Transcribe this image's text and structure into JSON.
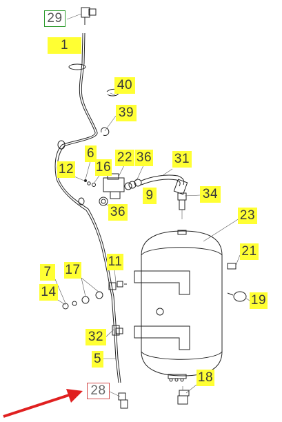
{
  "diagram": {
    "labels": {
      "l29": "29",
      "l1": "1",
      "l40": "40",
      "l39": "39",
      "l6": "6",
      "l22": "22",
      "l36a": "36",
      "l31": "31",
      "l12": "12",
      "l16": "16",
      "l9": "9",
      "l36b": "36",
      "l34": "34",
      "l23": "23",
      "l21": "21",
      "l11": "11",
      "l7": "7",
      "l17": "17",
      "l14": "14",
      "l19": "19",
      "l32": "32",
      "l5": "5",
      "l18": "18",
      "l28": "28"
    },
    "colors": {
      "highlight": "#ffff33",
      "reference_box": "#2a9a2a",
      "callout_box": "#d24a4a",
      "arrow": "#e02020",
      "line": "#222222"
    }
  }
}
